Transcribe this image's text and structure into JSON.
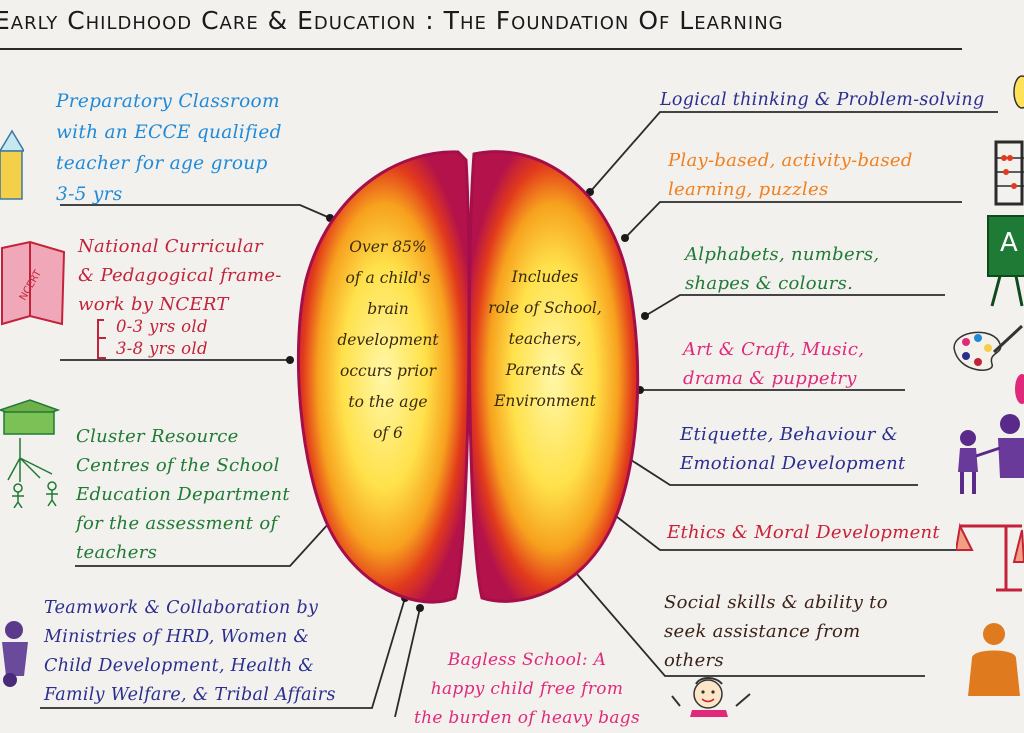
{
  "title": "Early Childhood Care & Education : The Foundation Of Learning",
  "left_notes": [
    {
      "id": "preparatory",
      "text": "Preparatory Classroom\nwith an ECCE qualified\nteacher for age group\n3-5 yrs"
    },
    {
      "id": "ncert",
      "text": "National Curricular\n& Pedagogical frame-\nwork by NCERT"
    },
    {
      "id": "cluster",
      "text": "Cluster Resource\nCentres of the School\nEducation Department\nfor the assessment of\nteachers"
    },
    {
      "id": "teamwork",
      "text": "Teamwork & Collaboration by\nMinistries of HRD, Women &\nChild Development, Health &\nFamily Welfare, & Tribal Affairs"
    }
  ],
  "ncert_ages": [
    "0-3 yrs old",
    "3-8 yrs old"
  ],
  "ncert_book_label": "NCERT",
  "right_notes": [
    {
      "id": "logical",
      "text": "Logical thinking & Problem-solving"
    },
    {
      "id": "play",
      "text": "Play-based, activity-based\nlearning, puzzles"
    },
    {
      "id": "alphabets",
      "text": "Alphabets, numbers,\nshapes & colours."
    },
    {
      "id": "art",
      "text": "Art & Craft, Music,\ndrama & puppetry"
    },
    {
      "id": "etiquette",
      "text": "Etiquette, Behaviour &\nEmotional Development"
    },
    {
      "id": "ethics",
      "text": "Ethics & Moral Development"
    },
    {
      "id": "social",
      "text": "Social skills & ability to\nseek assistance from\nothers"
    }
  ],
  "bottom_note": "Bagless School: A\nhappy child free from\nthe burden of heavy bags",
  "brain_left": "Over 85%\nof a child's\nbrain\ndevelopment\noccurs prior\nto the age\nof 6",
  "brain_right": "Includes\nrole of School,\nteachers,\nParents &\nEnvironment",
  "board_letter": "A",
  "colors": {
    "blue": "#1f8ad8",
    "red": "#c3233a",
    "green": "#1f7a35",
    "navy": "#2a2f8f",
    "orange": "#f07f1e",
    "pink": "#e0297a"
  }
}
